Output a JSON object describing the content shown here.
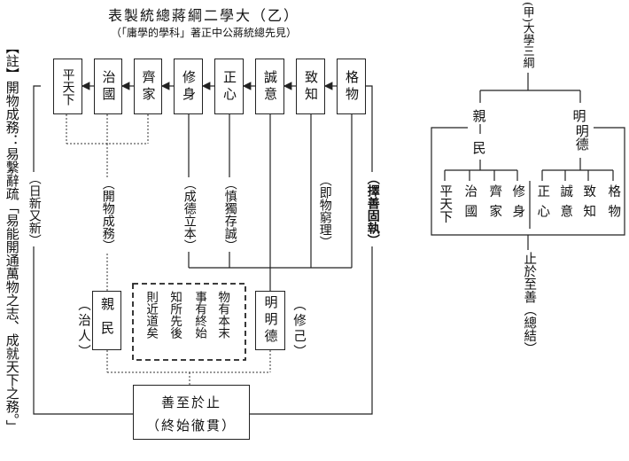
{
  "note_left": "【註】開物成務：易繫辭疏「易能開通萬物之志、成就天下之務。」",
  "left": {
    "title": "表製統總蔣綱二學大（乙）",
    "subtitle": "（「庸學的學科」著正中公蔣統總先見）",
    "top_boxes": [
      "平天下",
      "治國",
      "齊家",
      "修身",
      "正心",
      "誠意",
      "致知",
      "格物"
    ],
    "side_notes": {
      "left": "（日新又新）",
      "kaiwu": "（開物成務）",
      "chengde": "（成德立本）",
      "shendu": "（慎獨存誠）",
      "jiwu": "（即物窮理）",
      "right": "（擇善固執）"
    },
    "qinmin": "親民",
    "mingde": "明明德",
    "zhiren": "（治人）",
    "xiuji": "（修己）",
    "center_cols": [
      "物有本末",
      "事有終始",
      "知所先後",
      "則近道矣"
    ],
    "bottom_line1": "善至於止",
    "bottom_line2": "（終始徹貫）"
  },
  "right": {
    "title": "(甲)大學三綱",
    "qin": "親",
    "min": "民",
    "ming": "明",
    "mingde": "明德",
    "qinmin_items": [
      "平天下",
      "治國",
      "齊家",
      "修身"
    ],
    "mingde_items": [
      "正心",
      "誠意",
      "致知",
      "格物"
    ],
    "bottom": "止於至善（總結）"
  },
  "colors": {
    "ink": "#111111",
    "line": "#222222",
    "background": "#ffffff"
  }
}
